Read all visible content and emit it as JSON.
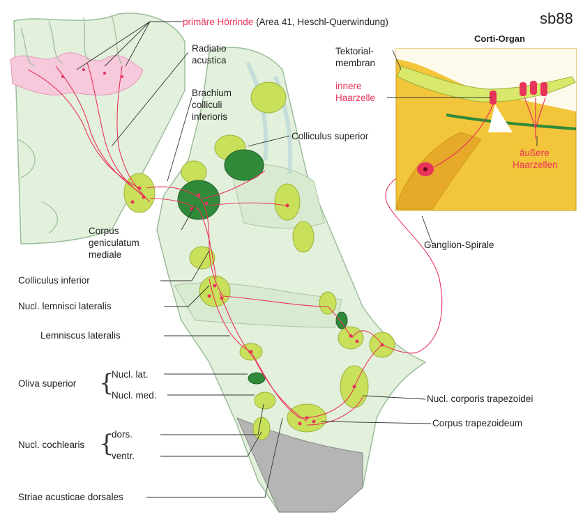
{
  "corner_tag": "sb88",
  "labels": {
    "primary_cortex_red": "primäre Hörrinde",
    "primary_cortex_rest": "(Area 41, Heschl-Querwindung)",
    "radiatio": [
      "Radiatio",
      "acustica"
    ],
    "brachium": [
      "Brachium",
      "colliculi",
      "inferioris"
    ],
    "colliculus_superior": "Colliculus superior",
    "corpus_geniculatum": [
      "Corpus",
      "geniculatum",
      "mediale"
    ],
    "colliculus_inferior": "Colliculus inferior",
    "nucl_lemnisci": "Nucl. lemnisci lateralis",
    "lemniscus_lateralis": "Lemniscus lateralis",
    "oliva_superior": "Oliva superior",
    "nucl_lat": "Nucl. lat.",
    "nucl_med": "Nucl. med.",
    "nucl_cochlearis": "Nucl. cochlearis",
    "dors": "dors.",
    "ventr": "ventr.",
    "striae": "Striae acusticae dorsales",
    "nucl_corporis": "Nucl. corporis trapezoidei",
    "corpus_trapezoideum": "Corpus trapezoideum",
    "ganglion": "Ganglion-Spirale",
    "corti_title": "Corti-Organ",
    "tektorial": [
      "Tektorial-",
      "membran"
    ],
    "innere": [
      "innere",
      "Haarzelle"
    ],
    "aeussere": [
      "äußere",
      "Haarzellen"
    ]
  },
  "colors": {
    "pathway": "#e8335a",
    "nucleus_light": "#c8e05a",
    "nucleus_dark": "#2f8a3a",
    "tissue": "#e3f0dc",
    "cortex": "#f6c9dc",
    "corti_bg": "#f3c53a"
  }
}
